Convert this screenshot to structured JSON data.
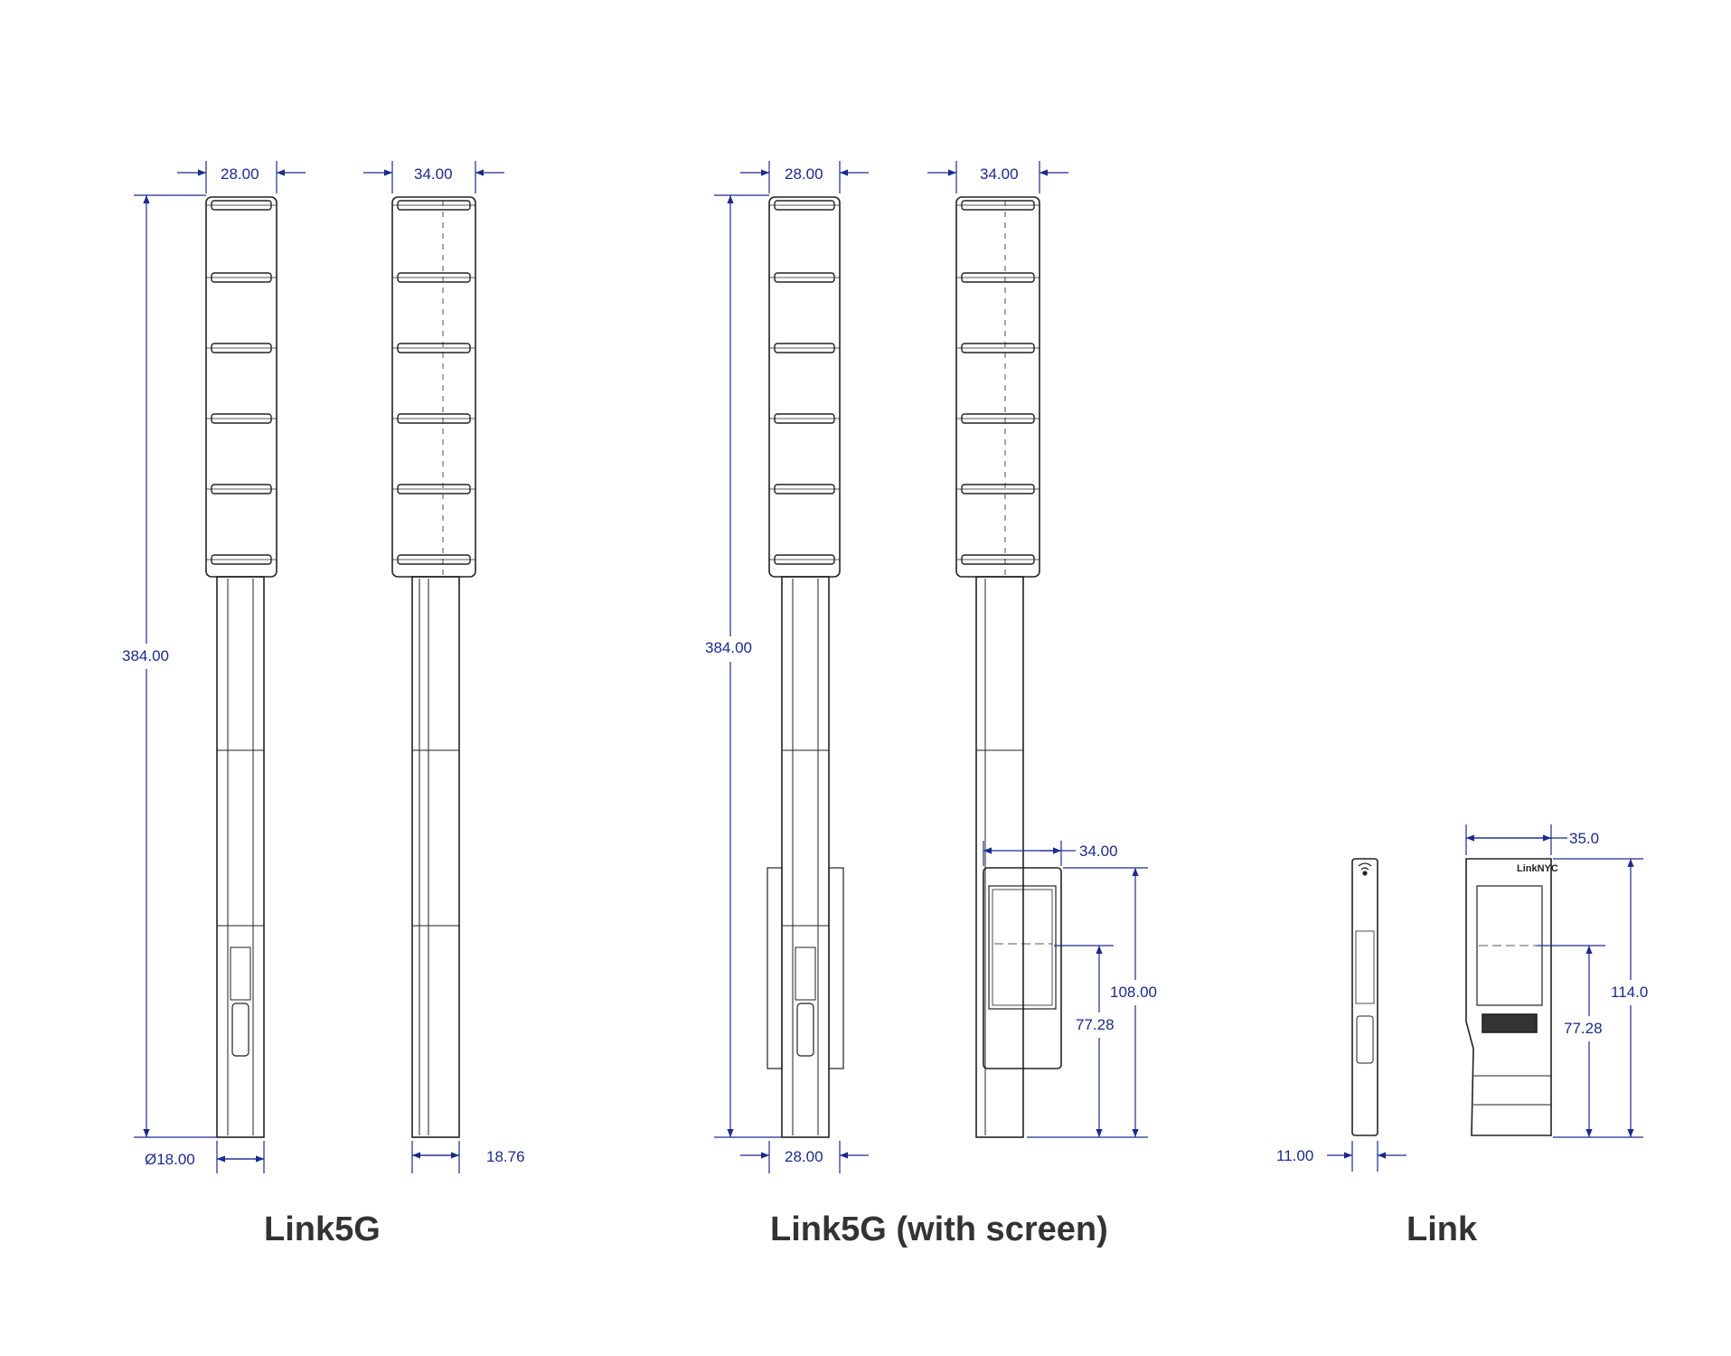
{
  "colors": {
    "dimension": "#1a2a8c",
    "outline": "#222222",
    "caption": "#333333"
  },
  "captions": {
    "link5g": "Link5G",
    "link5g_screen": "Link5G (with screen)",
    "link": "Link"
  },
  "dims": {
    "a_front_width": "28.00",
    "a_side_width": "34.00",
    "a_height": "384.00",
    "a_diameter": "Ø18.00",
    "a_side_base": "18.76",
    "b_front_width": "28.00",
    "b_side_width": "34.00",
    "b_height": "384.00",
    "b_base_width": "28.00",
    "b_screen_width": "34.00",
    "b_screen_height": "108.00",
    "b_screen_center": "77.28",
    "c_width": "35.0",
    "c_height": "114.0",
    "c_screen_center": "77.28",
    "c_base": "11.00"
  },
  "labels": {
    "kiosk_logo": "LinkNYC"
  }
}
